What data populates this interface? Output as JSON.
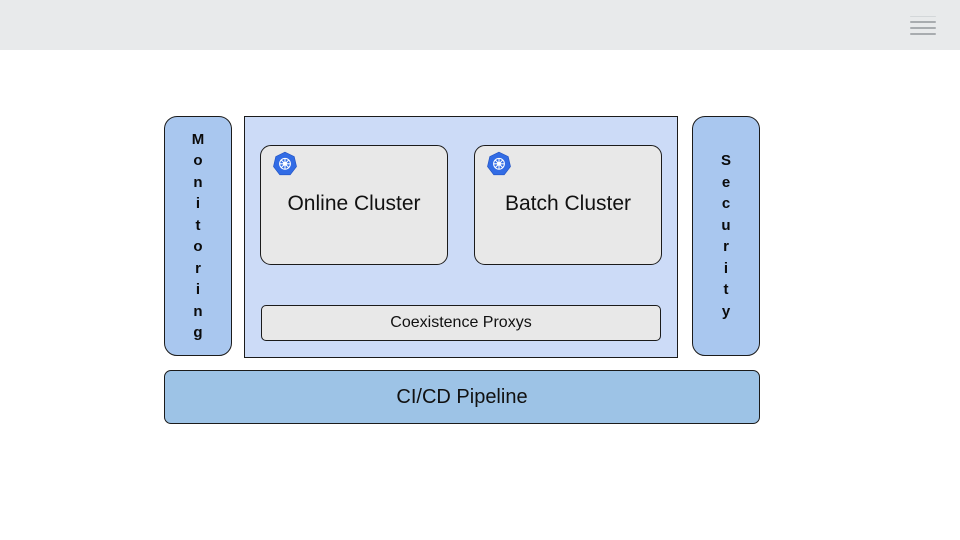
{
  "header": {
    "menu_icon": "hamburger-menu-icon",
    "background_color": "#e8eaeb"
  },
  "diagram": {
    "background_color": "#ffffff",
    "left_panel": {
      "label": "Monitoring",
      "letters": [
        "M",
        "o",
        "n",
        "i",
        "t",
        "o",
        "r",
        "i",
        "n",
        "g"
      ],
      "fill_color": "#a9c7ef"
    },
    "right_panel": {
      "label": "Security",
      "letters": [
        "S",
        "e",
        "c",
        "u",
        "r",
        "i",
        "t",
        "y"
      ],
      "fill_color": "#a9c7ef"
    },
    "platform": {
      "fill_color": "#ccdbf7",
      "clusters": [
        {
          "label": "Online Cluster",
          "icon": "kubernetes-icon",
          "fill_color": "#e8e8e8"
        },
        {
          "label": "Batch Cluster",
          "icon": "kubernetes-icon",
          "fill_color": "#e8e8e8"
        }
      ],
      "proxy_bar": {
        "label": "Coexistence Proxys",
        "fill_color": "#e8e8e8"
      }
    },
    "pipeline": {
      "label": "CI/CD Pipeline",
      "fill_color": "#9dc3e6"
    },
    "accent_color": "#326ce5"
  }
}
